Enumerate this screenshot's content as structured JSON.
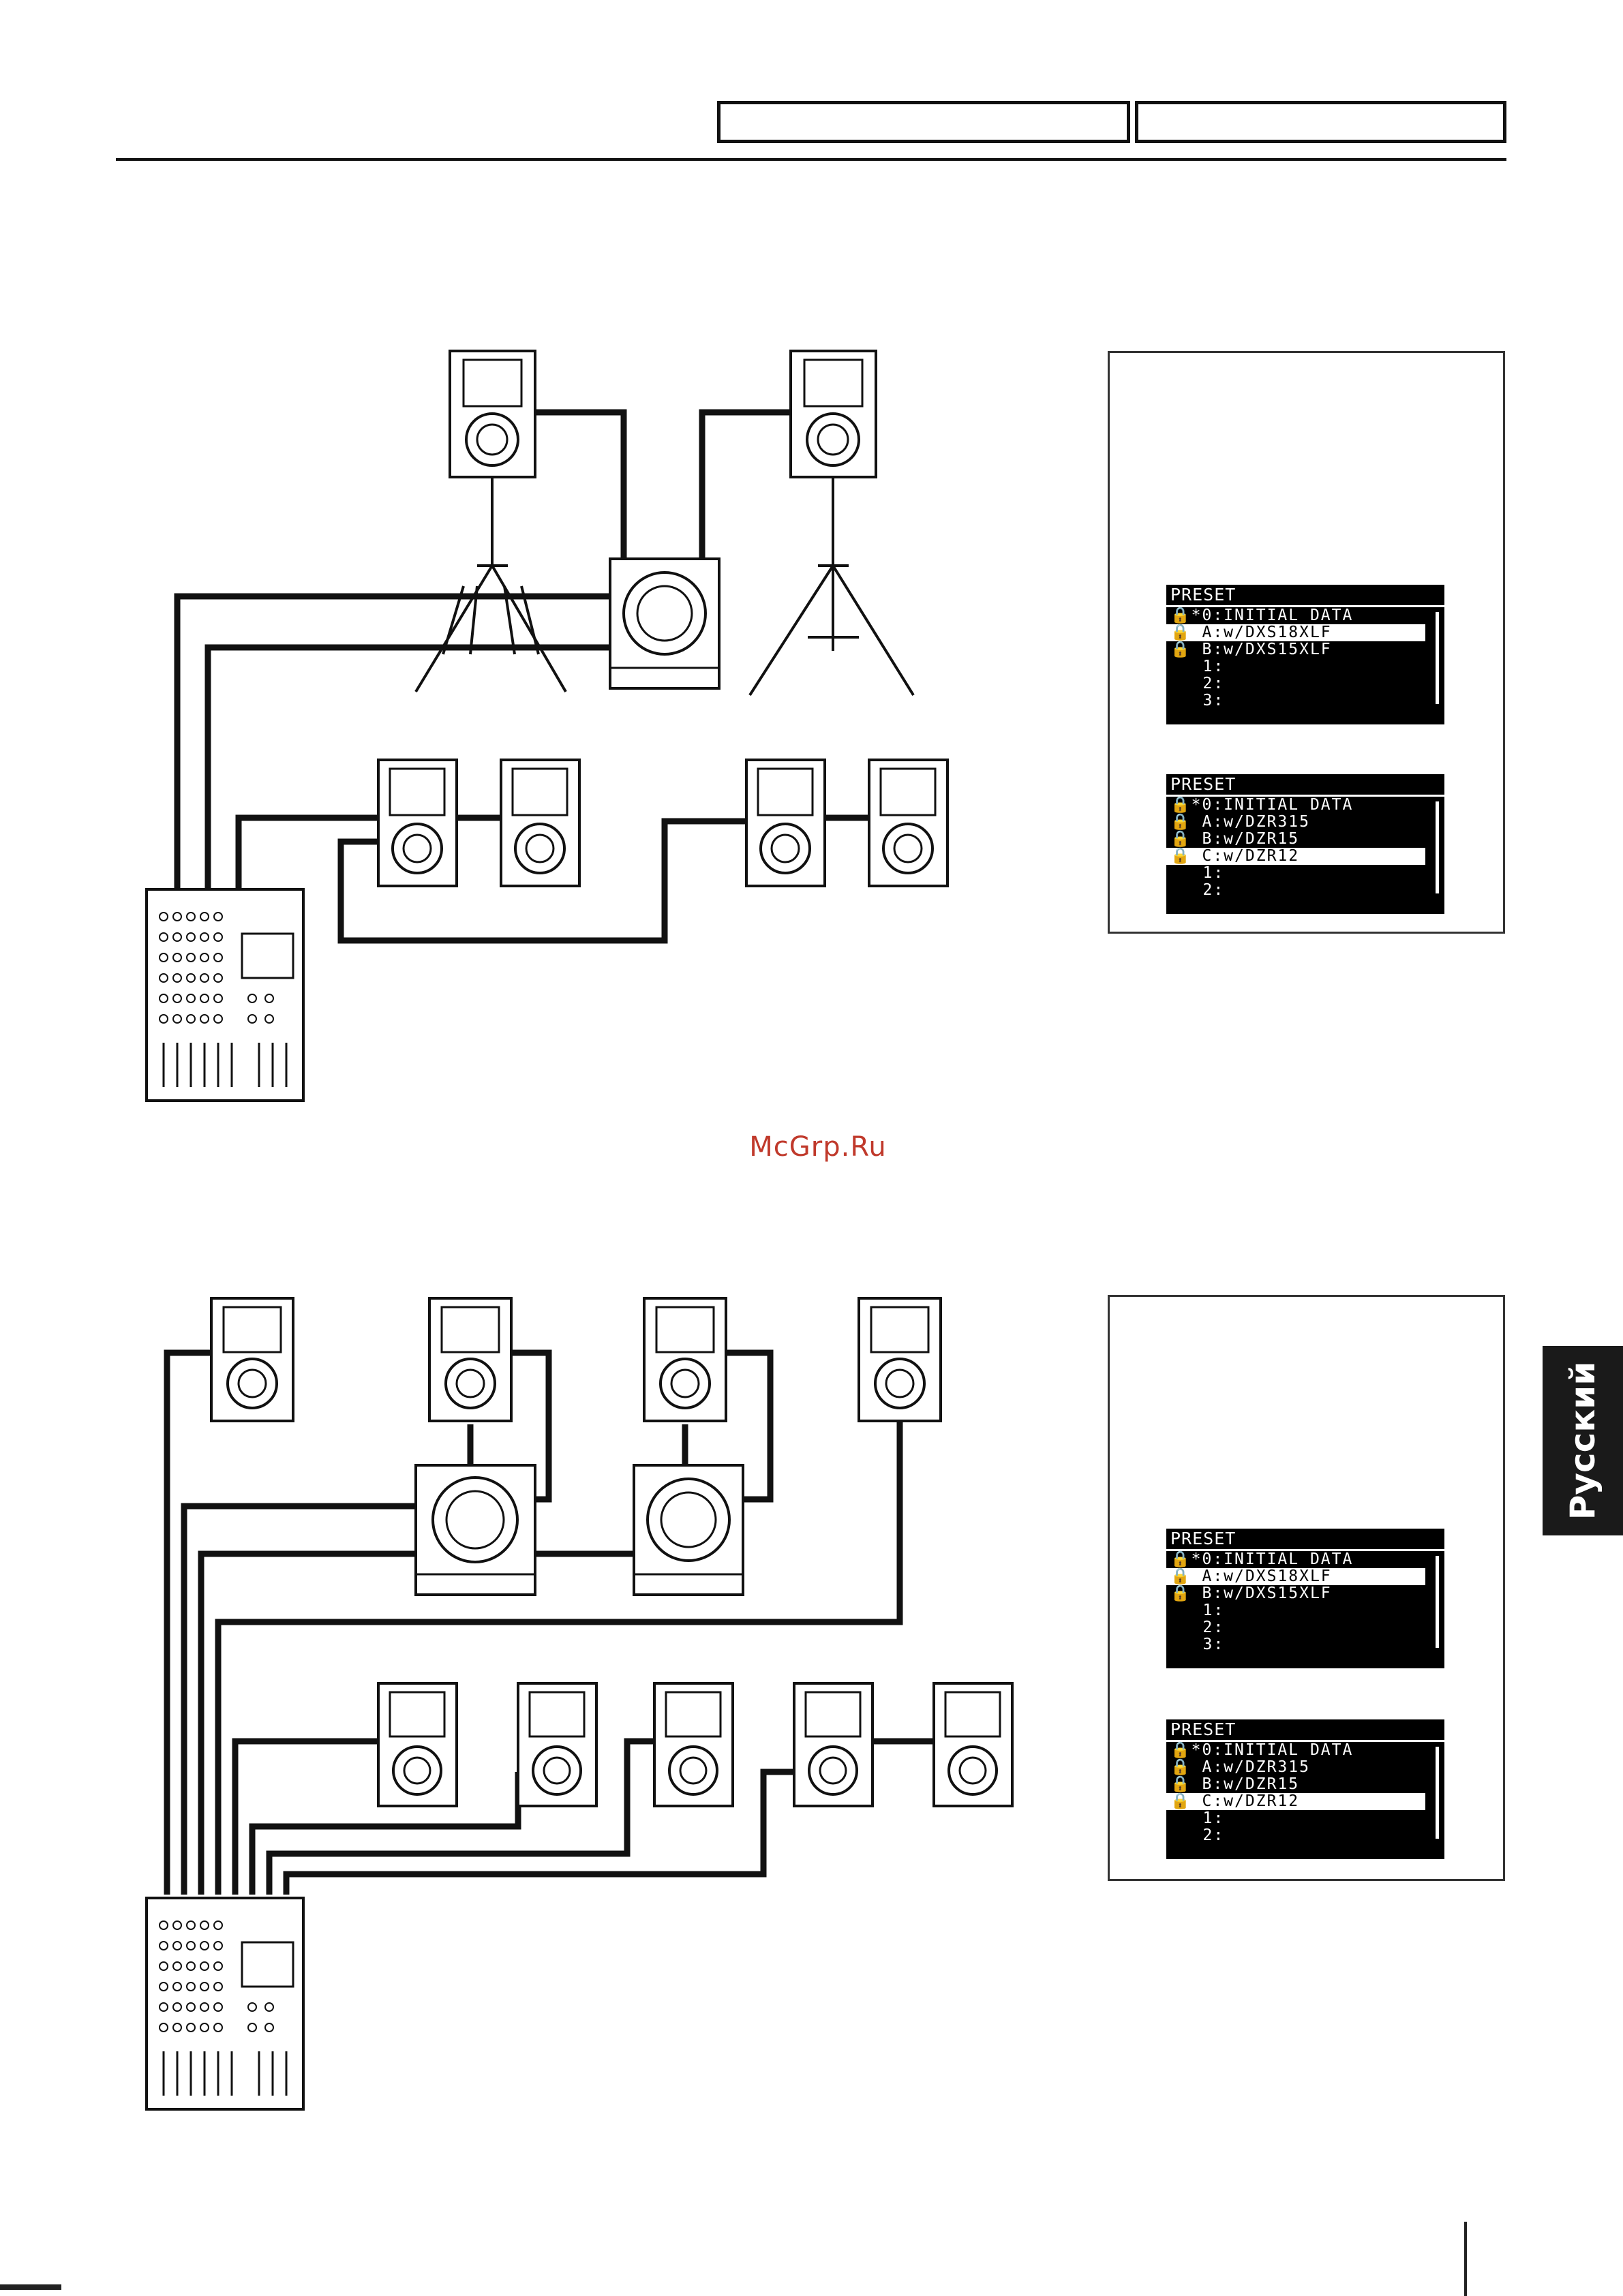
{
  "header": {
    "box1_text": "",
    "box2_text": ""
  },
  "watermark": "McGrp.Ru",
  "language_tab": "Русский",
  "panel1": {
    "screen_a": {
      "title": "PRESET",
      "rows": [
        {
          "text": "🔒*0:INITIAL DATA",
          "selected": false
        },
        {
          "text": "🔒 A:w/DXS18XLF",
          "selected": true
        },
        {
          "text": "🔒 B:w/DXS15XLF",
          "selected": false
        },
        {
          "text": "   1:",
          "selected": false
        },
        {
          "text": "   2:",
          "selected": false
        },
        {
          "text": "   3:",
          "selected": false
        }
      ]
    },
    "screen_b": {
      "title": "PRESET",
      "rows": [
        {
          "text": "🔒*0:INITIAL DATA",
          "selected": false
        },
        {
          "text": "🔒 A:w/DZR315",
          "selected": false
        },
        {
          "text": "🔒 B:w/DZR15",
          "selected": false
        },
        {
          "text": "🔒 C:w/DZR12",
          "selected": true
        },
        {
          "text": "   1:",
          "selected": false
        },
        {
          "text": "   2:",
          "selected": false
        }
      ]
    }
  },
  "panel2": {
    "screen_a": {
      "title": "PRESET",
      "rows": [
        {
          "text": "🔒*0:INITIAL DATA",
          "selected": false
        },
        {
          "text": "🔒 A:w/DXS18XLF",
          "selected": true
        },
        {
          "text": "🔒 B:w/DXS15XLF",
          "selected": false
        },
        {
          "text": "   1:",
          "selected": false
        },
        {
          "text": "   2:",
          "selected": false
        },
        {
          "text": "   3:",
          "selected": false
        }
      ]
    },
    "screen_b": {
      "title": "PRESET",
      "rows": [
        {
          "text": "🔒*0:INITIAL DATA",
          "selected": false
        },
        {
          "text": "🔒 A:w/DZR315",
          "selected": false
        },
        {
          "text": "🔒 B:w/DZR15",
          "selected": false
        },
        {
          "text": "🔒 C:w/DZR12",
          "selected": true
        },
        {
          "text": "   1:",
          "selected": false
        },
        {
          "text": "   2:",
          "selected": false
        }
      ]
    }
  },
  "colors": {
    "ink": "#111111",
    "watermark": "#c0392b",
    "tab_bg": "#1a1a1a"
  }
}
